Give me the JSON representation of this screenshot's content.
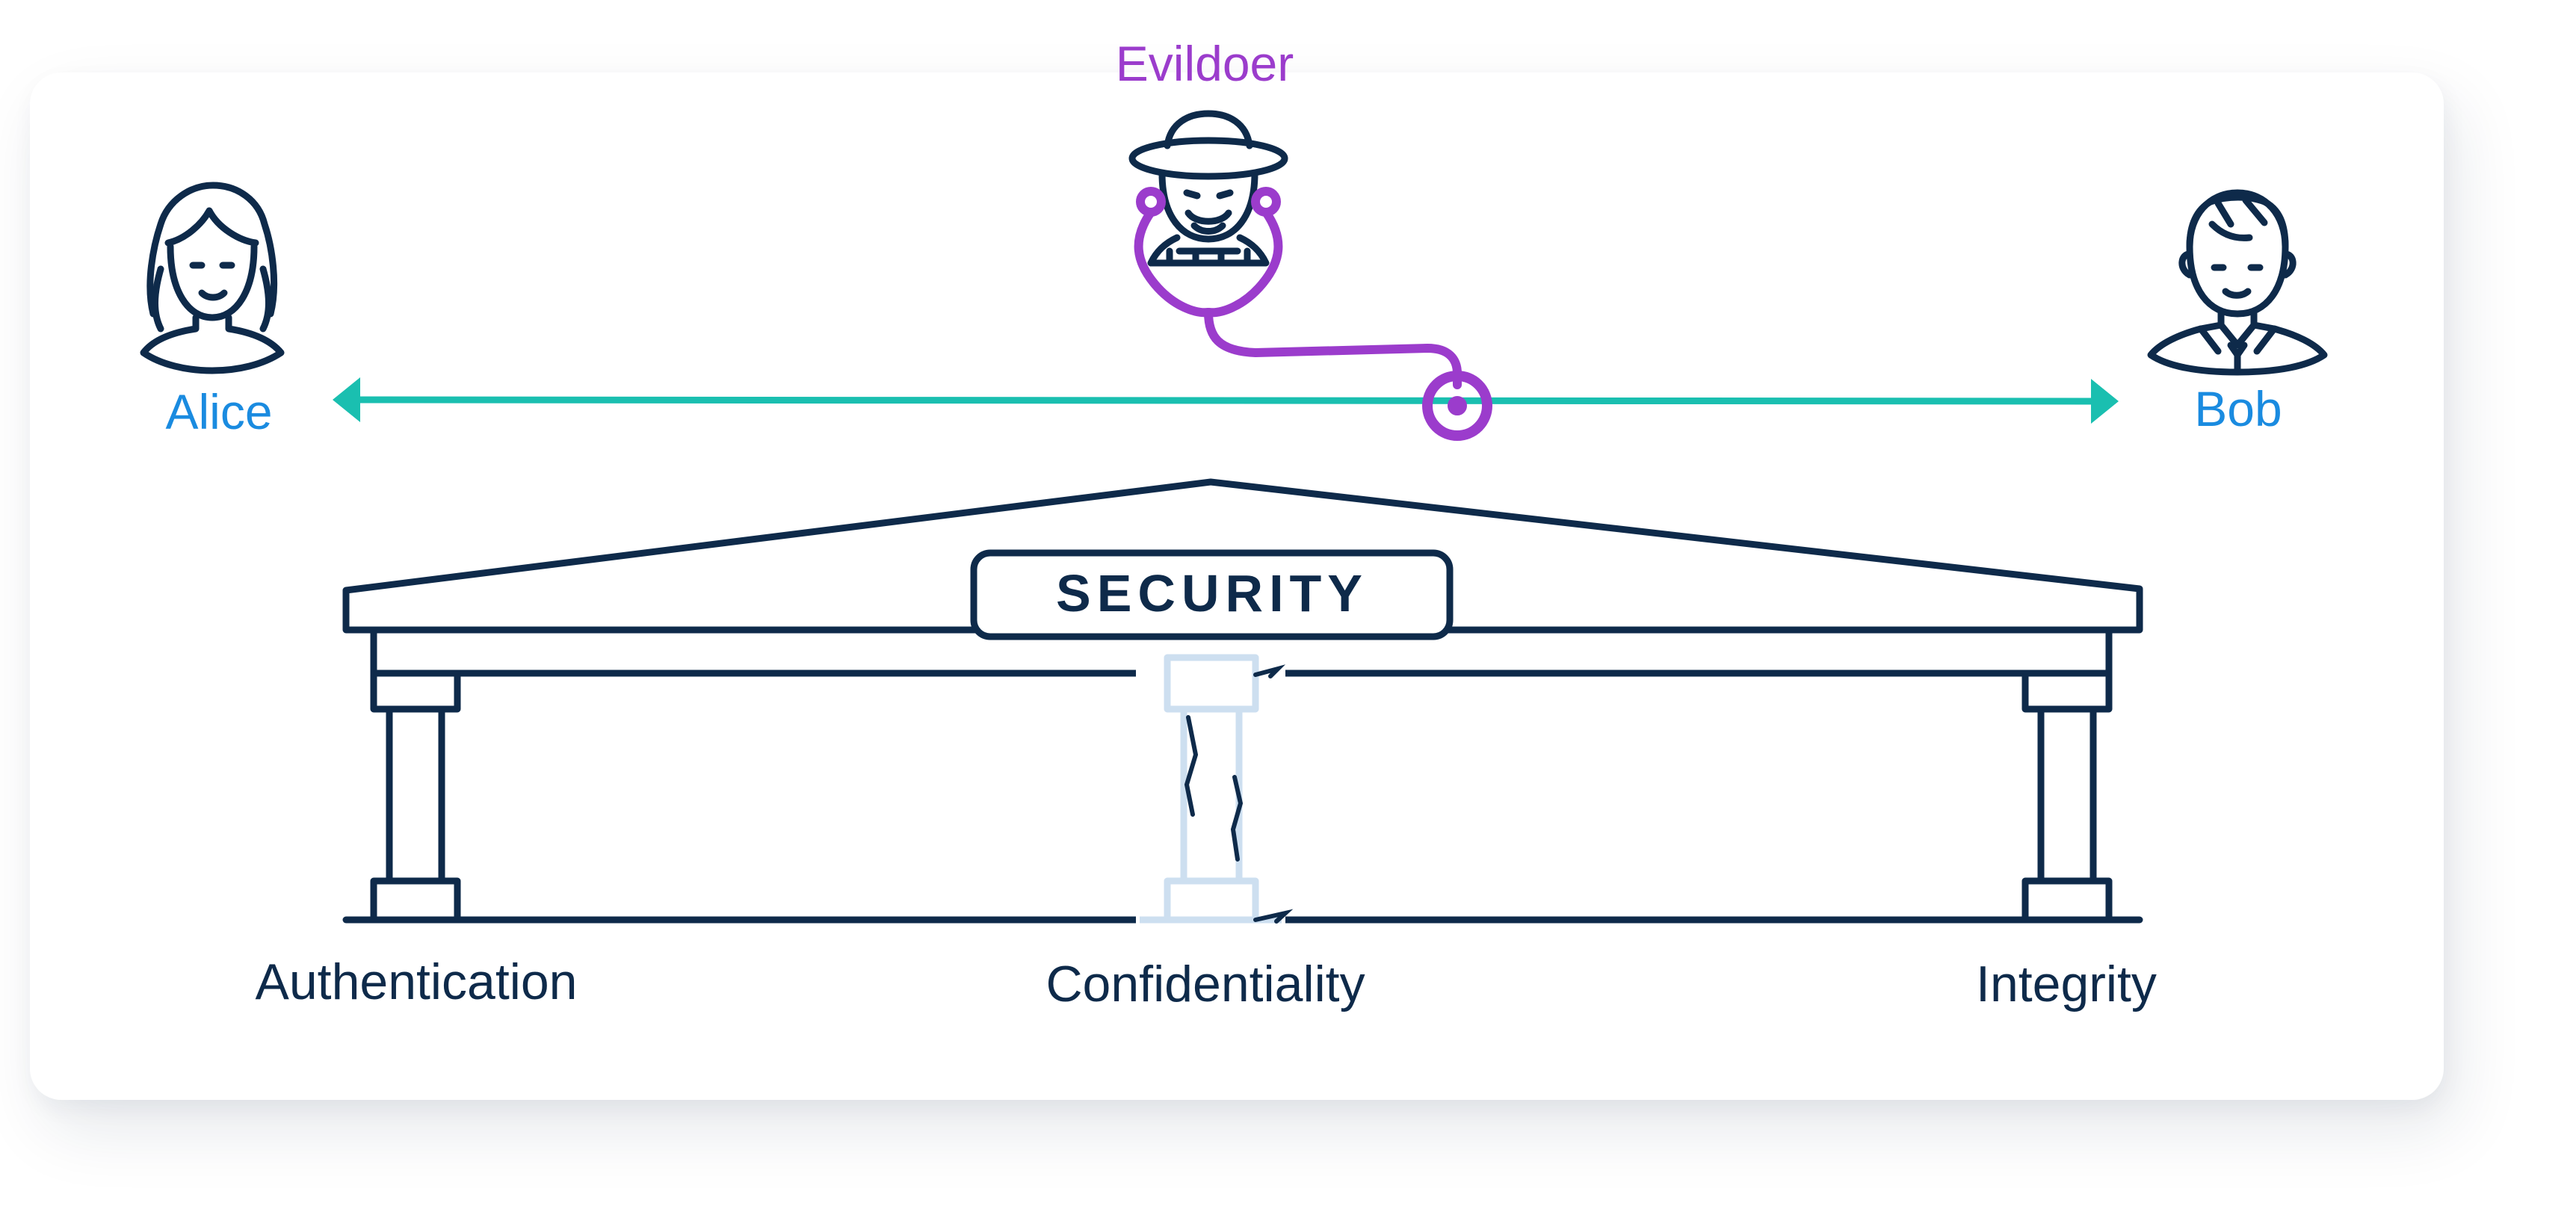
{
  "actors": {
    "alice": "Alice",
    "bob": "Bob",
    "evildoer": "Evildoer"
  },
  "building": {
    "sign": "SECURITY"
  },
  "pillars": {
    "left": "Authentication",
    "middle": "Confidentiality",
    "right": "Integrity"
  },
  "colors": {
    "navy": "#0e2a4a",
    "blue_label": "#1a8be0",
    "purple": "#9b3ccc",
    "teal": "#1abfb0",
    "faded_pillar": "#cddff0"
  },
  "icons": {
    "alice": "woman-avatar-icon",
    "bob": "man-avatar-icon",
    "evildoer": "spy-with-stethoscope-icon"
  }
}
